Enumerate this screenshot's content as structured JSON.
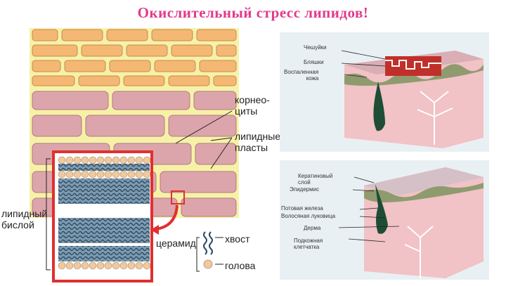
{
  "title": "Окислительный стресс  липидов!",
  "left_diagram": {
    "labels": {
      "corneocytes": "корнео-\nциты",
      "lipid_layers": "липидные\nпласты",
      "lipid_bilayer": "липидный\nбислой",
      "ceramide": "церамид",
      "tail": "хвост",
      "head": "голова"
    },
    "colors": {
      "corneocyte_top": "#f4b874",
      "corneocyte_bottom": "#dca5ab",
      "lipid": "#f7f1a8",
      "highlight": "#e03030",
      "bilayer_head": "#efc9a0",
      "bilayer_tail": "#6c8fa6"
    }
  },
  "skin_psoriasis": {
    "labels": {
      "scales": "Чешуйки",
      "plaques": "Бляшки",
      "inflamed": "Воспаленная\nкожа"
    }
  },
  "skin_normal": {
    "labels": {
      "keratin": "Кератиновый\nслой",
      "epidermis": "Эпидермис",
      "sweat_gland": "Потовая железа",
      "hair_follicle": "Волосяная луковица",
      "dermis": "Дерма",
      "subcutaneous": "Подкожная\nклетчатка"
    }
  }
}
